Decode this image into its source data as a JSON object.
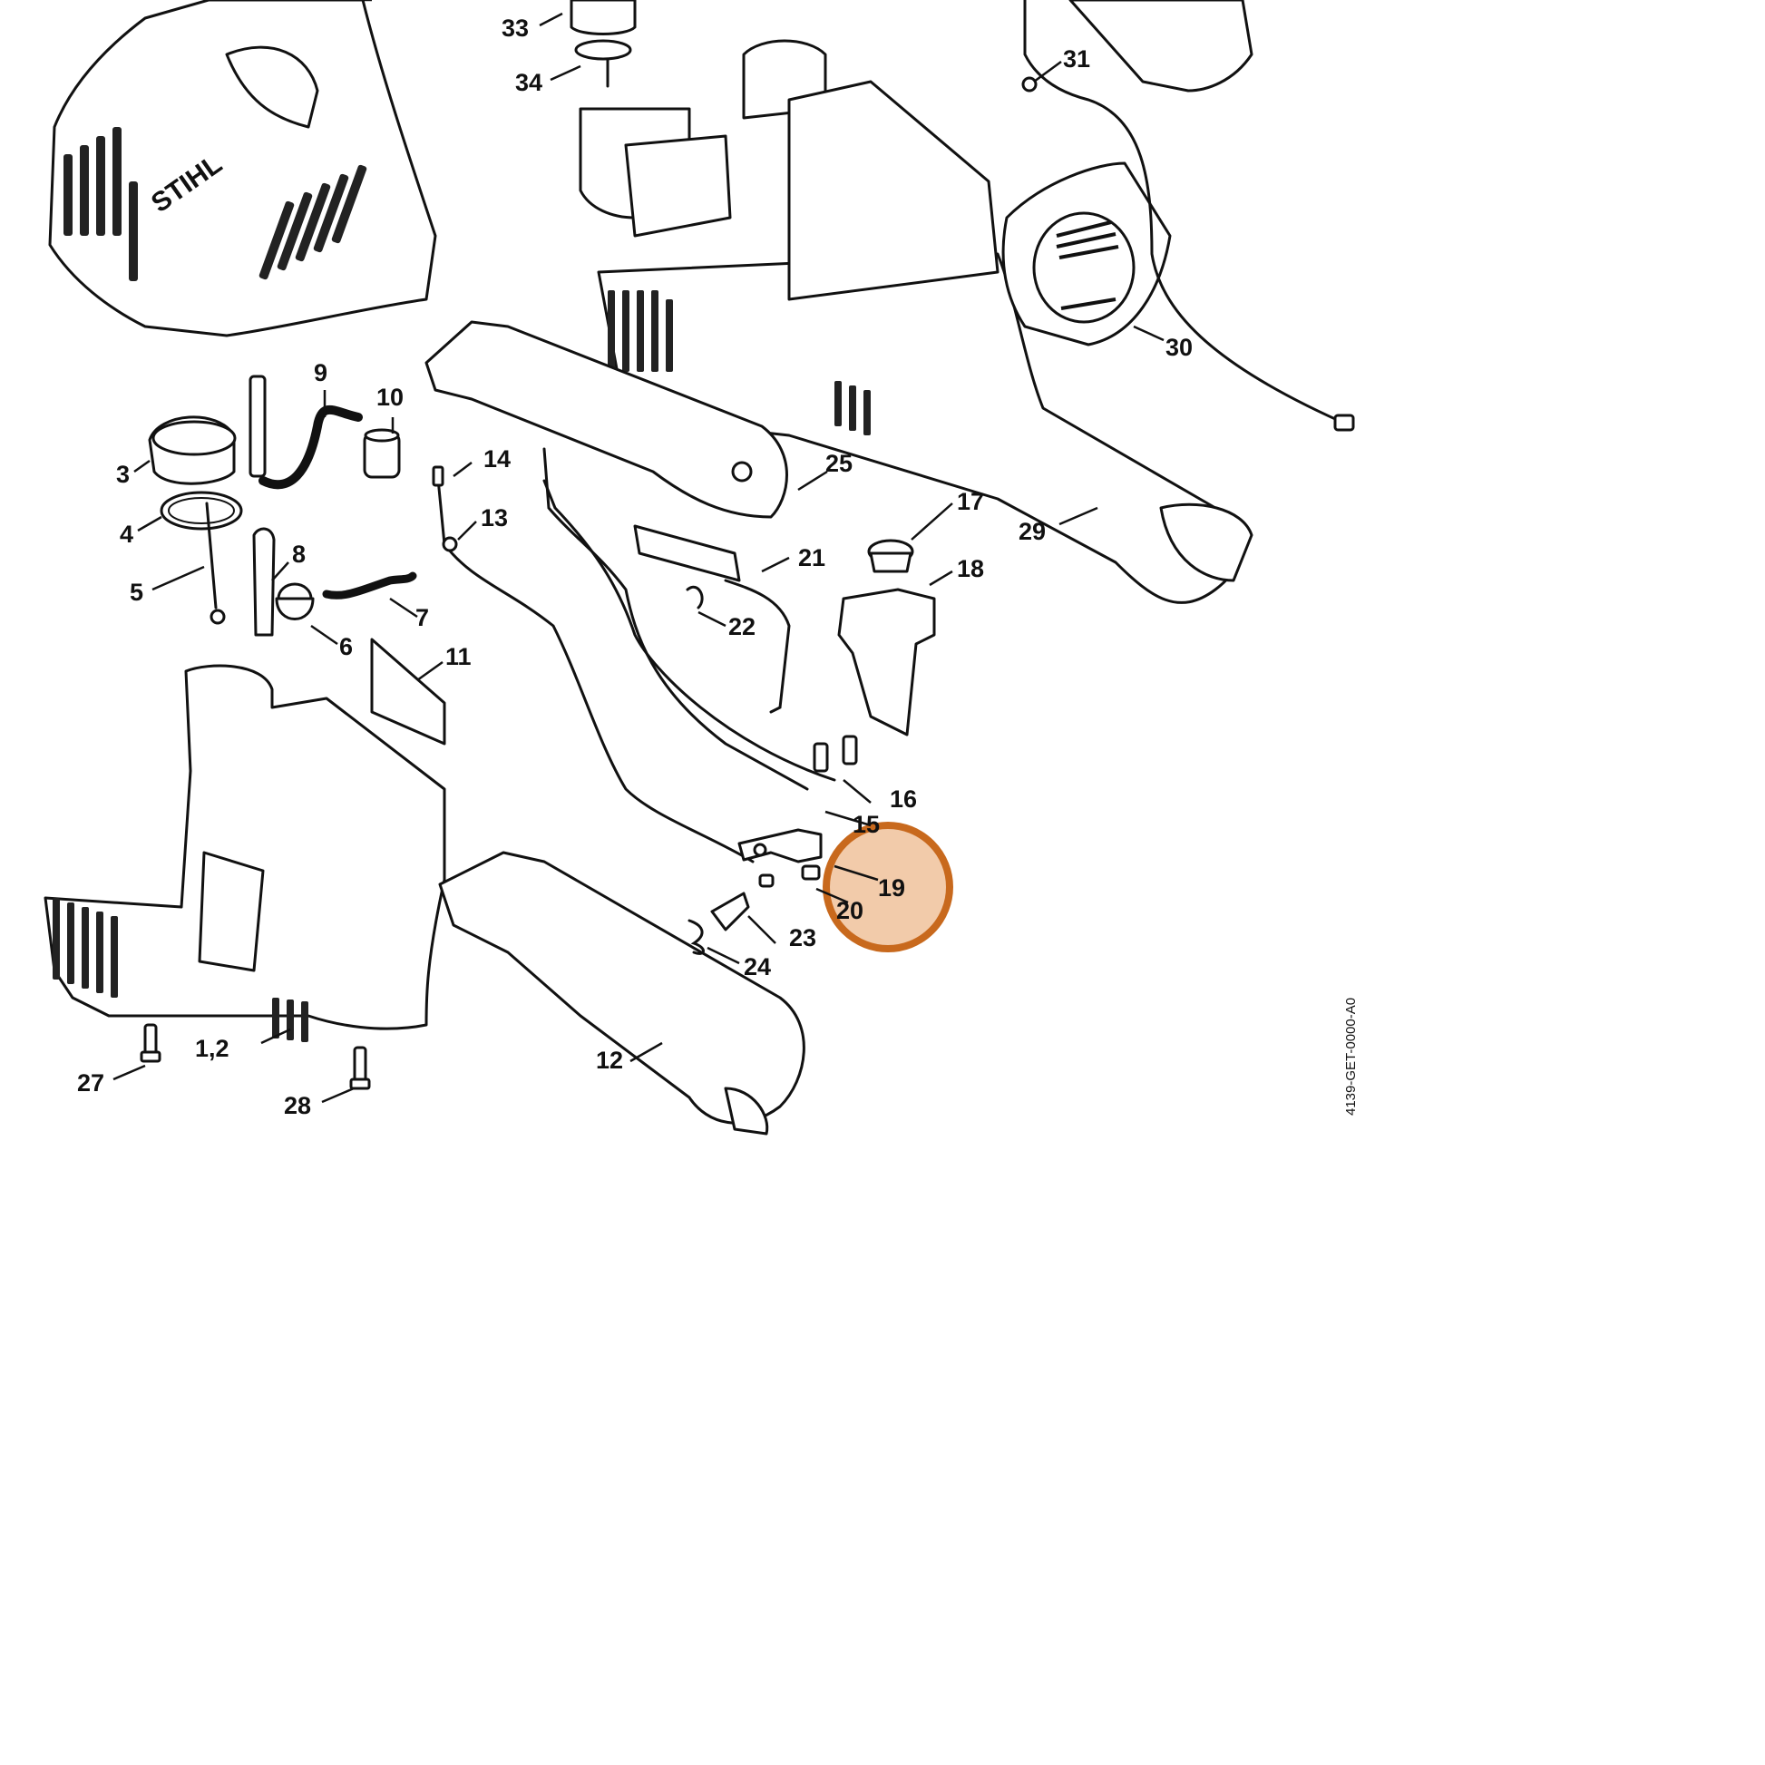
{
  "brand": "STIHL",
  "drawing_code": "4139-GET-0000-A0",
  "highlight_color": "#e08a3c",
  "callouts": {
    "c1_2": "1,2",
    "c3": "3",
    "c4": "4",
    "c5": "5",
    "c6": "6",
    "c7": "7",
    "c8": "8",
    "c9": "9",
    "c10": "10",
    "c11": "11",
    "c12": "12",
    "c13": "13",
    "c14": "14",
    "c15": "15",
    "c16": "16",
    "c17": "17",
    "c18": "18",
    "c19": "19",
    "c20": "20",
    "c21": "21",
    "c22": "22",
    "c23": "23",
    "c24": "24",
    "c25": "25",
    "c27": "27",
    "c28": "28",
    "c29": "29",
    "c30": "30",
    "c31": "31",
    "c33": "33",
    "c34": "34"
  }
}
